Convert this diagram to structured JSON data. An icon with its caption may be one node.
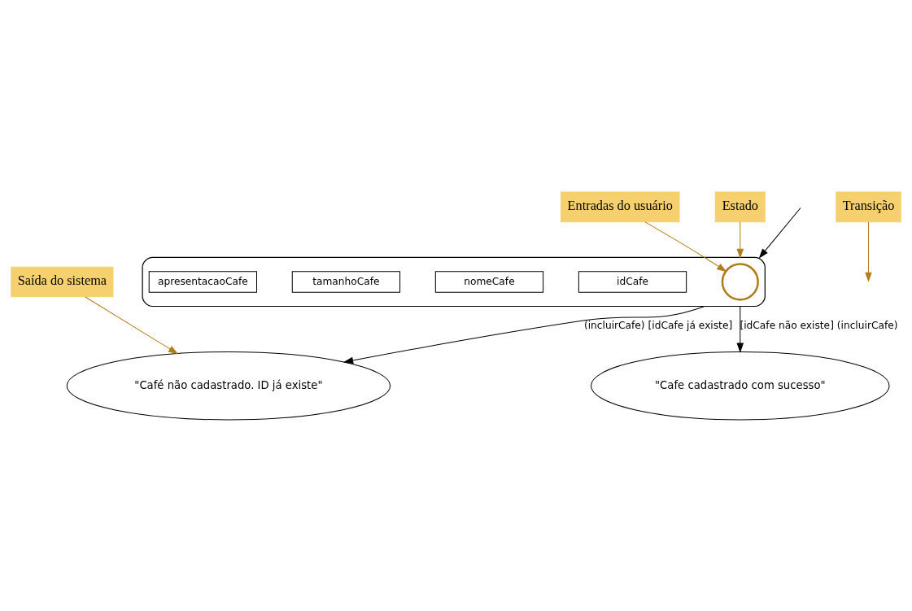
{
  "diagram": {
    "nodes": [
      {
        "text": [],
        "shape": "ellipse"
      },
      {
        "text": [],
        "shape": "circle",
        "in": 0
      },
      {
        "text": [
          "idCafe"
        ],
        "in": 0
      },
      {
        "text": [
          "nomeCafe"
        ],
        "in": 0
      },
      {
        "text": [
          "tamanhoCafe"
        ],
        "in": 0
      },
      {
        "text": [
          "apresentacaoCafe"
        ],
        "in": 0
      },
      {
        "text": [
          "\"Cafe cadastrado com sucesso\""
        ]
      },
      {
        "text": [
          "\"Café não cadastrado. ID já existe\""
        ]
      },
      {
        "text": [
          "Entradas do usuário"
        ]
      },
      {
        "text": [
          "Estado"
        ]
      },
      {
        "text": [
          "Transição"
        ]
      },
      {
        "text": [
          "Saída do sistema"
        ]
      }
    ],
    "edges": [
      {
        "from": null,
        "to": 0,
        "arrow": "to",
        "color": "#000000"
      },
      {
        "from": 0,
        "to": 6,
        "arrow": "to",
        "label": "[idCafe não existe] (incluirCafe)",
        "color": "#000000"
      },
      {
        "from": 0,
        "to": 7,
        "arrow": "to",
        "label": "(incluirCafe) [idCafe já existe]",
        "color": "#000000"
      },
      {
        "from": 8,
        "to": 1,
        "arrow": "to",
        "color": "#b07d1a"
      },
      {
        "from": 9,
        "to": 0,
        "arrow": "to",
        "color": "#b07d1a"
      },
      {
        "from": 10,
        "to": null,
        "arrow": "to",
        "color": "#b07d1a"
      },
      {
        "from": 11,
        "to": 7,
        "arrow": "to",
        "color": "#b07d1a"
      }
    ]
  }
}
